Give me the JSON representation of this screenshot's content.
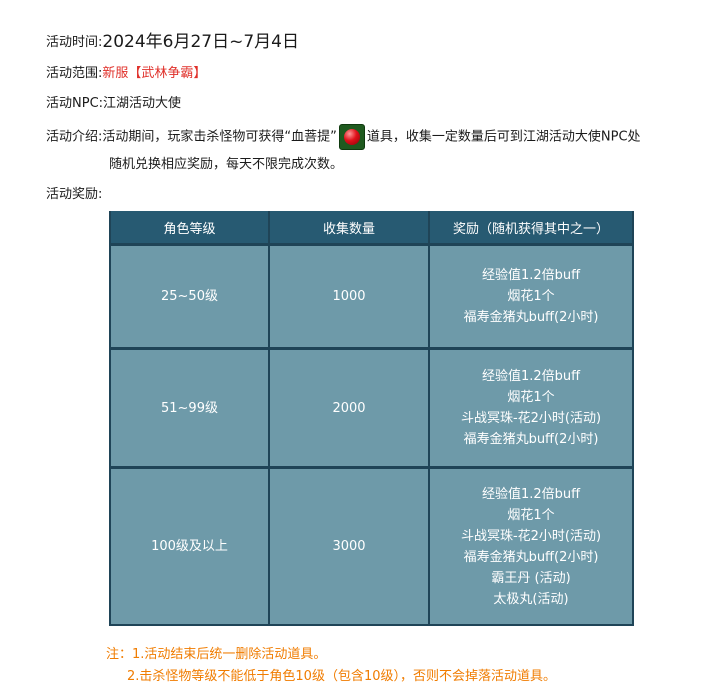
{
  "event_time": {
    "label": "活动时间:",
    "value": "2024年6月27日~7月4日"
  },
  "event_scope": {
    "label": "活动范围:",
    "value": "新服【武林争霸】"
  },
  "event_npc": {
    "label": "活动NPC:",
    "value": "江湖活动大使"
  },
  "event_intro": {
    "label": "活动介绍:",
    "text_before": "活动期间，玩家击杀怪物可获得“血菩提”",
    "icon": "red-berry-icon",
    "text_after": "道具，收集一定数量后可到江湖活动大使NPC处",
    "line2": "随机兑换相应奖励，每天不限完成次数。"
  },
  "rewards_label": "活动奖励:",
  "table": {
    "headers": [
      "角色等级",
      "收集数量",
      "奖励（随机获得其中之一）"
    ],
    "rows": [
      {
        "level": "25~50级",
        "count": "1000",
        "rewards": [
          "经验值1.2倍buff",
          "烟花1个",
          "福寿金猪丸buff(2小时)"
        ]
      },
      {
        "level": "51~99级",
        "count": "2000",
        "rewards": [
          "经验值1.2倍buff",
          "烟花1个",
          "斗战冥珠-花2小时(活动)",
          "福寿金猪丸buff(2小时)"
        ]
      },
      {
        "level": "100级及以上",
        "count": "3000",
        "rewards": [
          "经验值1.2倍buff",
          "烟花1个",
          "斗战冥珠-花2小时(活动)",
          "福寿金猪丸buff(2小时)",
          "霸王丹 (活动)",
          "太极丸(活动)"
        ]
      }
    ]
  },
  "notes": {
    "prefix": "注：",
    "line1": "1.活动结束后统一删除活动道具。",
    "line2": "2.击杀怪物等级不能低于角色10级（包含10级），否则不会掉落活动道具。"
  },
  "colors": {
    "header_bg": "#275a72",
    "cell_bg": "#6e9aa9",
    "border": "#1f4457",
    "highlight_red": "#e0302a",
    "note_orange": "#f07c00"
  }
}
